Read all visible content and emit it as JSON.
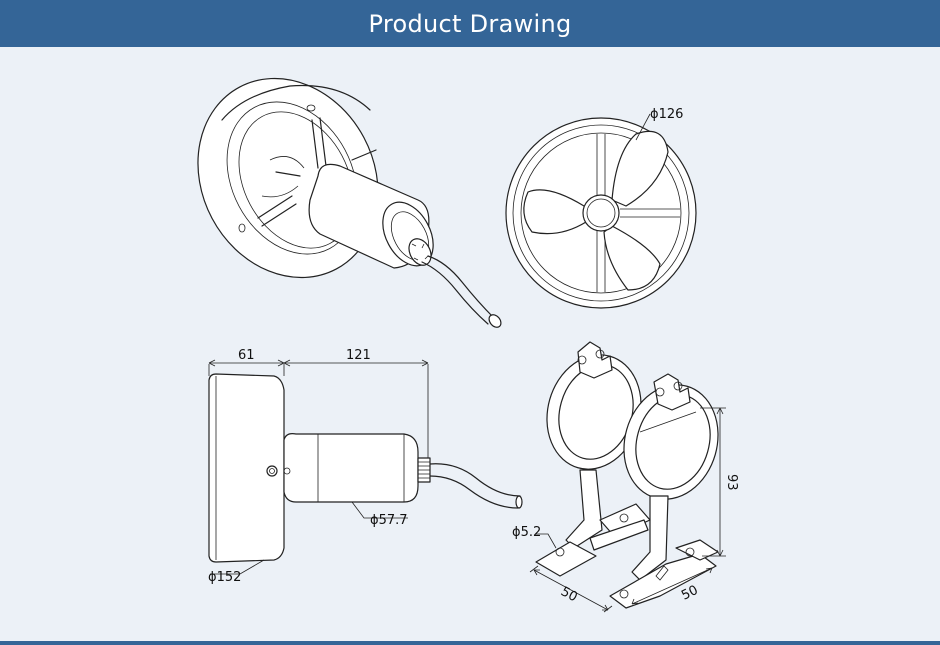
{
  "header": {
    "title": "Product Drawing"
  },
  "dimensions": {
    "front_diameter": "ϕ126",
    "side_width": "61",
    "side_length": "121",
    "motor_diameter": "ϕ57.7",
    "housing_diameter": "ϕ152",
    "bracket_height": "93",
    "bracket_hole": "ϕ5.2",
    "bracket_width_a": "50",
    "bracket_width_b": "50"
  },
  "colors": {
    "header_bg": "#346597",
    "page_bg": "#ecf1f7",
    "line": "#222222"
  }
}
